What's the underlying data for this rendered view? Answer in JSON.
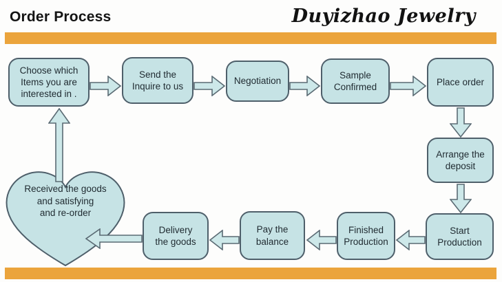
{
  "header": {
    "title": "Order Process",
    "brand": "Duyizhao Jewelry"
  },
  "colors": {
    "accent_bar": "#eba43c",
    "node_fill": "#c6e3e5",
    "node_border": "#4e5f6a",
    "arrow_fill": "#cde8e9",
    "arrow_outline": "#5a6a73",
    "text": "#1f2a30"
  },
  "flowchart": {
    "nodes": [
      {
        "id": "choose",
        "shape": "rounded-rect",
        "label": "Choose which\nItems you are\ninterested in ."
      },
      {
        "id": "send",
        "shape": "rounded-rect",
        "label": "Send the\nInquire to us"
      },
      {
        "id": "negotiate",
        "shape": "rounded-rect",
        "label": "Negotiation"
      },
      {
        "id": "sample",
        "shape": "rounded-rect",
        "label": "Sample\nConfirmed"
      },
      {
        "id": "place",
        "shape": "rounded-rect",
        "label": "Place order"
      },
      {
        "id": "arrange",
        "shape": "rounded-rect",
        "label": "Arrange the\ndeposit"
      },
      {
        "id": "start",
        "shape": "rounded-rect",
        "label": "Start\nProduction"
      },
      {
        "id": "finished",
        "shape": "rounded-rect",
        "label": "Finished\nProduction"
      },
      {
        "id": "pay",
        "shape": "rounded-rect",
        "label": "Pay the\nbalance"
      },
      {
        "id": "delivery",
        "shape": "rounded-rect",
        "label": "Delivery\nthe goods"
      },
      {
        "id": "received",
        "shape": "heart",
        "label": "Received the goods\nand satisfying\nand re-order"
      }
    ],
    "edges": [
      {
        "from": "choose",
        "to": "send",
        "direction": "right"
      },
      {
        "from": "send",
        "to": "negotiate",
        "direction": "right"
      },
      {
        "from": "negotiate",
        "to": "sample",
        "direction": "right"
      },
      {
        "from": "sample",
        "to": "place",
        "direction": "right"
      },
      {
        "from": "place",
        "to": "arrange",
        "direction": "down"
      },
      {
        "from": "arrange",
        "to": "start",
        "direction": "down"
      },
      {
        "from": "start",
        "to": "finished",
        "direction": "left"
      },
      {
        "from": "finished",
        "to": "pay",
        "direction": "left"
      },
      {
        "from": "pay",
        "to": "delivery",
        "direction": "left"
      },
      {
        "from": "delivery",
        "to": "received",
        "direction": "left"
      },
      {
        "from": "received",
        "to": "choose",
        "direction": "up"
      }
    ]
  }
}
